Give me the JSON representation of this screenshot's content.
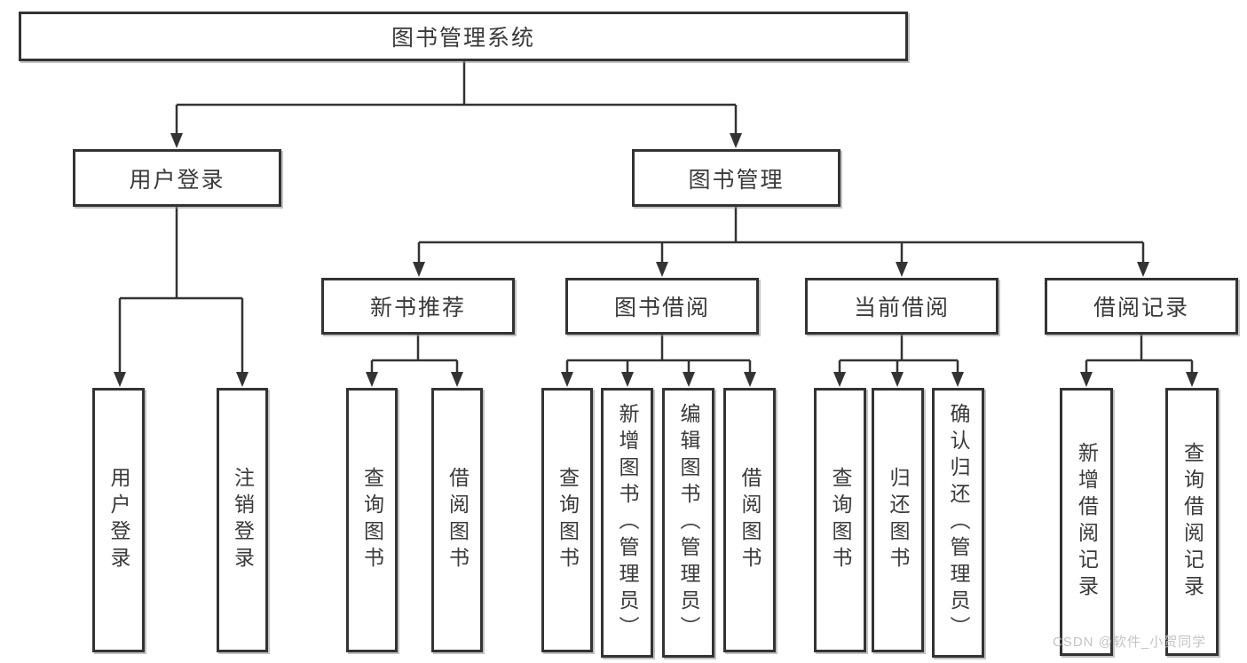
{
  "diagram": {
    "nodes": {
      "root": "图书管理系统",
      "user_login": "用户登录",
      "book_management": "图书管理",
      "new_book_recommend": "新书推荐",
      "book_borrowing": "图书借阅",
      "current_borrowing": "当前借阅",
      "borrowing_records": "借阅记录",
      "leaf_user_login": "用户登录",
      "leaf_logout": "注销登录",
      "leaf_query_books_recommend": "查询图书",
      "leaf_borrow_books_recommend": "借阅图书",
      "leaf_query_books_borrowing": "查询图书",
      "leaf_add_books_admin": "新增图书（管理员）",
      "leaf_edit_books_admin": "编辑图书（管理员）",
      "leaf_borrow_books_borrowing": "借阅图书",
      "leaf_query_books_current": "查询图书",
      "leaf_return_books": "归还图书",
      "leaf_confirm_return_admin": "确认归还（管理员）",
      "leaf_add_borrow_record": "新增借阅记录",
      "leaf_query_borrow_record": "查询借阅记录"
    },
    "colors": {
      "line": "#333333",
      "text": "#3a3a3a",
      "background": "#ffffff",
      "watermark": "#c1c1c1"
    },
    "watermark": "CSDN @软件_小贺同学"
  }
}
